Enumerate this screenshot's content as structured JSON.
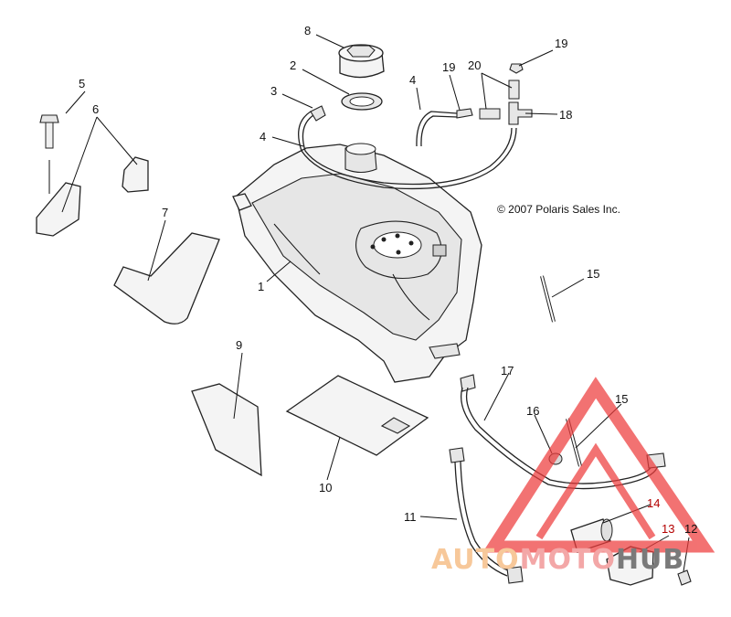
{
  "copyright": "© 2007 Polaris Sales Inc.",
  "watermark": {
    "part1": "AUTO",
    "part2": "MOTO",
    "part3": "HUB",
    "colors": {
      "auto": "#f7c89a",
      "moto": "#f3a7a7",
      "hub": "#7a7a7a",
      "triangle": "#ee3c3c"
    }
  },
  "callouts": {
    "c1": "1",
    "c2": "2",
    "c3": "3",
    "c4a": "4",
    "c4b": "4",
    "c5": "5",
    "c6": "6",
    "c7": "7",
    "c8": "8",
    "c9": "9",
    "c10": "10",
    "c11": "11",
    "c12": "12",
    "c13": "13",
    "c14": "14",
    "c15a": "15",
    "c15b": "15",
    "c16": "16",
    "c17": "17",
    "c18": "18",
    "c19a": "19",
    "c19b": "19",
    "c20": "20"
  }
}
